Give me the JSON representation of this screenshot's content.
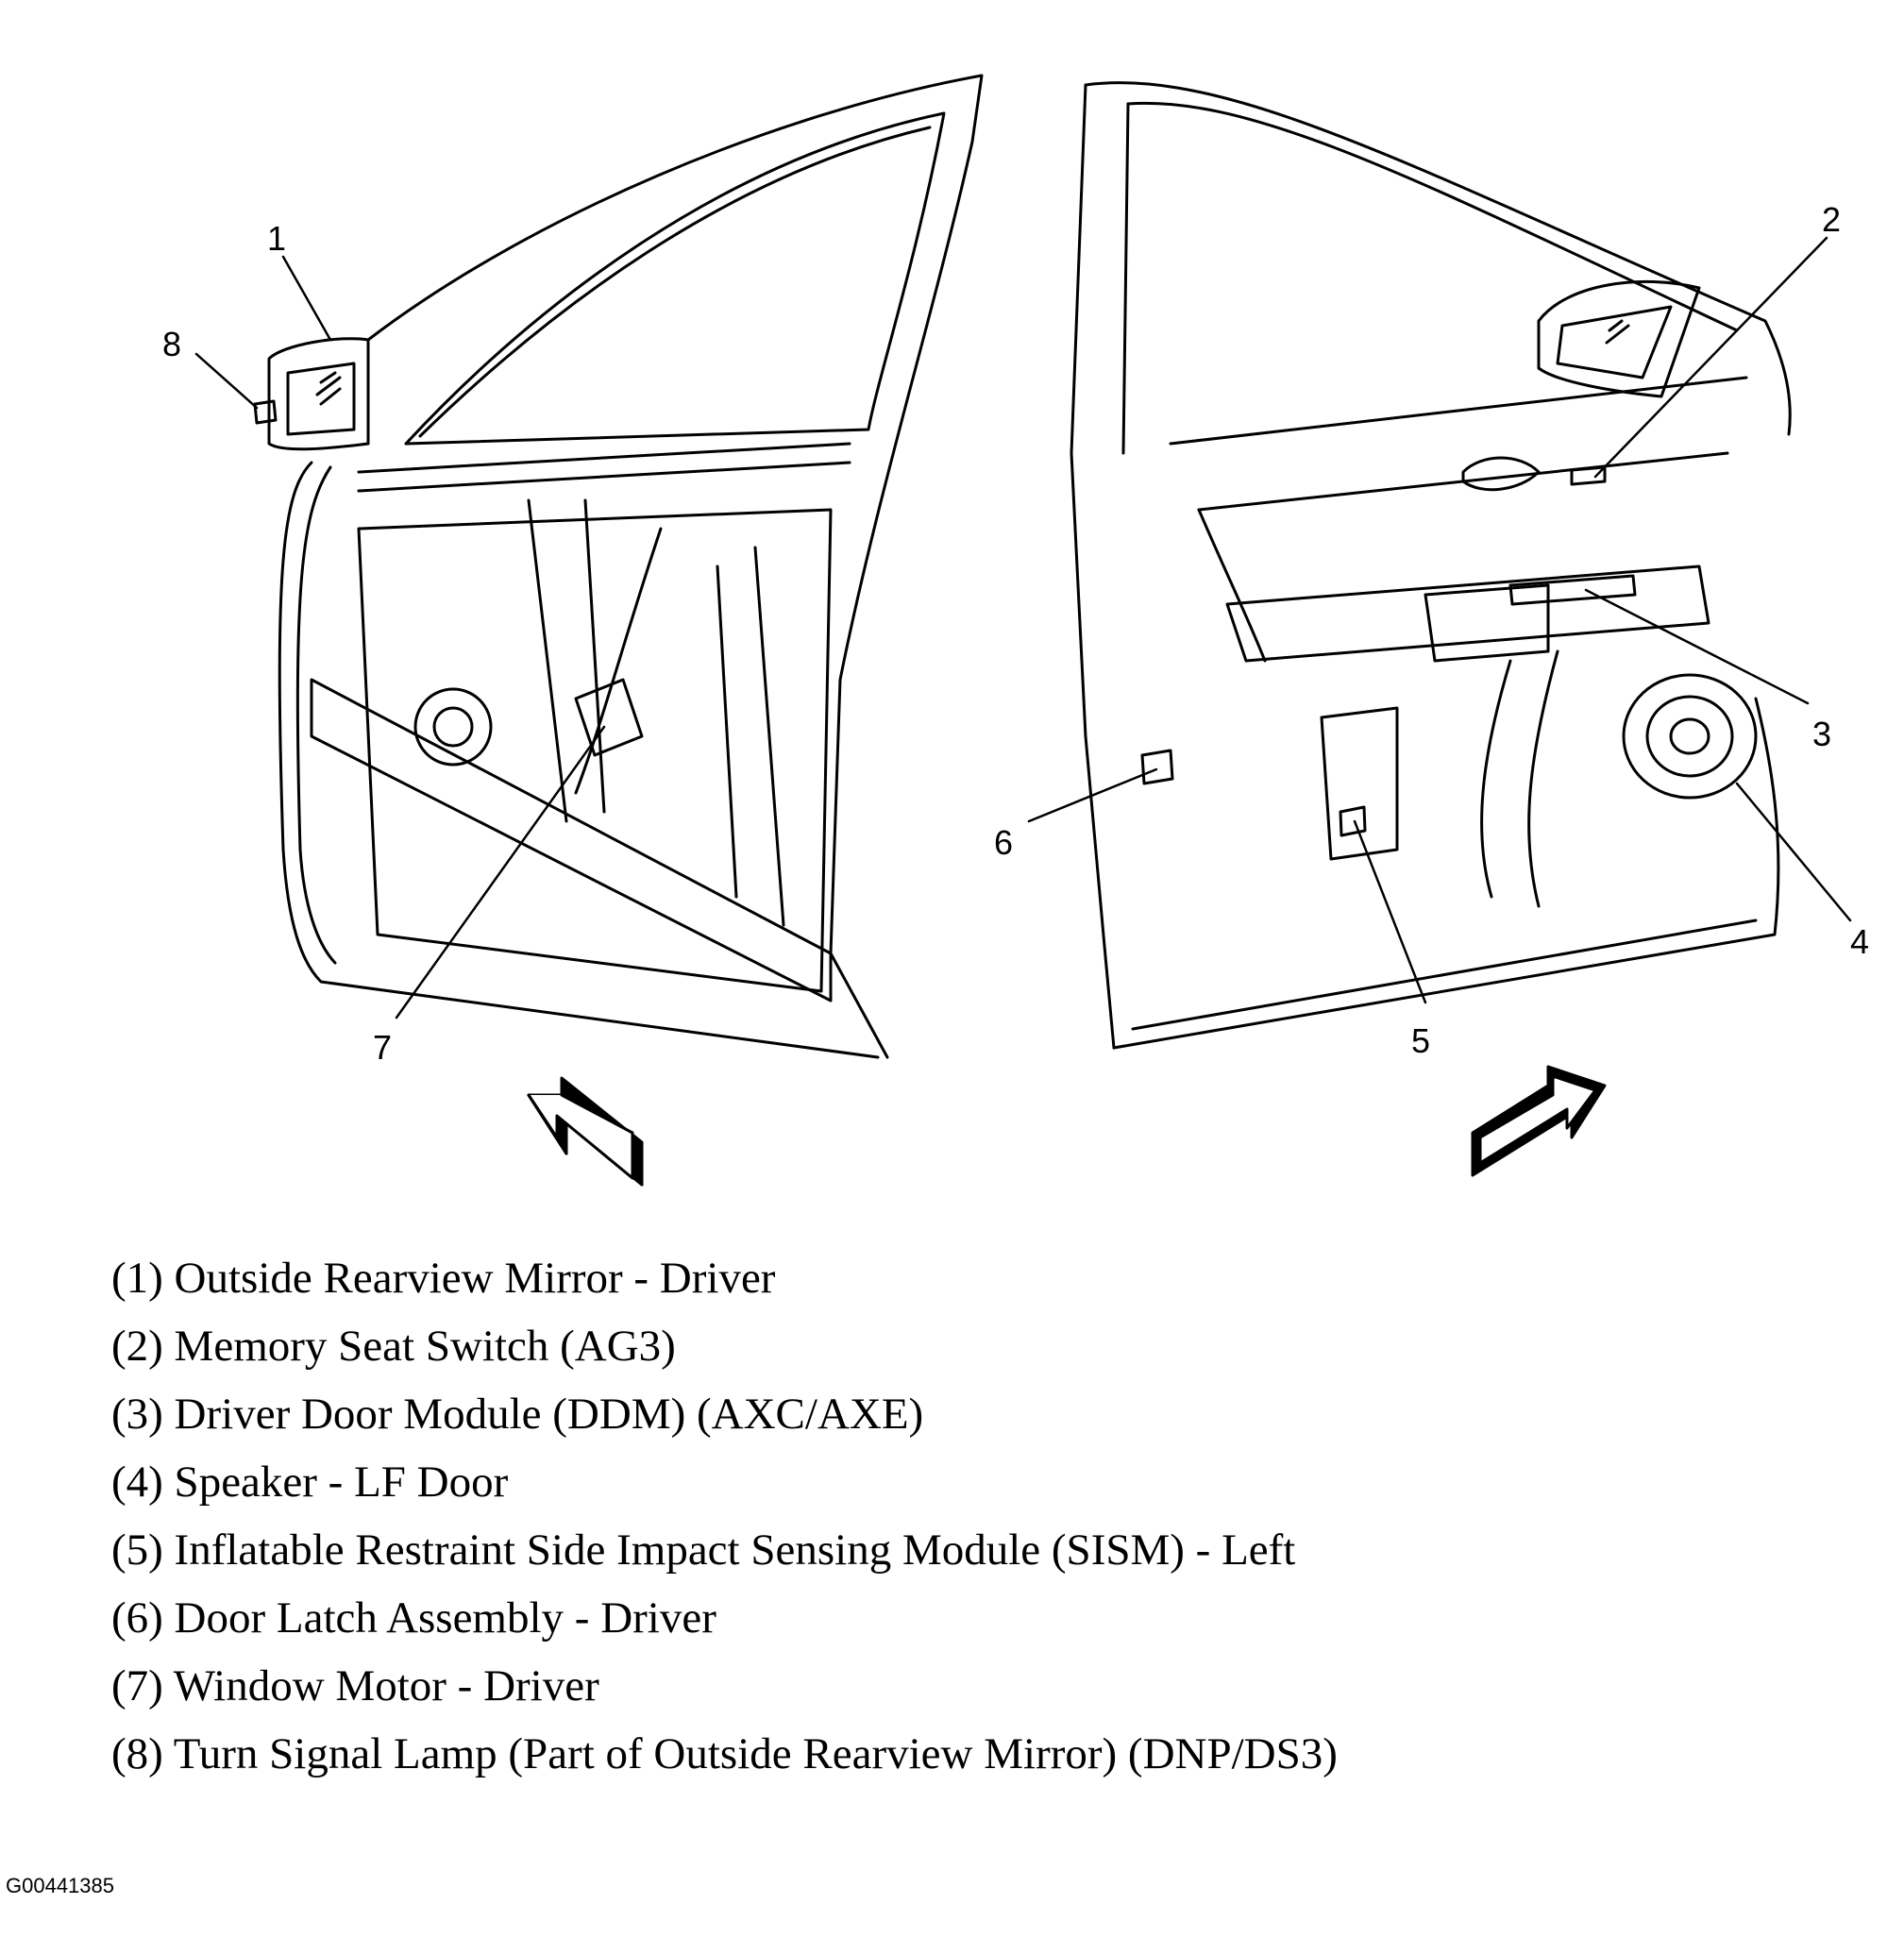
{
  "callouts": {
    "c1": "1",
    "c2": "2",
    "c3": "3",
    "c4": "4",
    "c5": "5",
    "c6": "6",
    "c7": "7",
    "c8": "8"
  },
  "legend": [
    {
      "text": "(1) Outside Rearview Mirror - Driver"
    },
    {
      "text": "(2) Memory Seat Switch (AG3)"
    },
    {
      "text": "(3) Driver Door Module (DDM) (AXC/AXE)"
    },
    {
      "text": "(4) Speaker - LF Door"
    },
    {
      "text": "(5) Inflatable Restraint Side Impact Sensing Module (SISM) - Left"
    },
    {
      "text": "(6) Door Latch Assembly - Driver"
    },
    {
      "text": "(7) Window Motor - Driver"
    },
    {
      "text": "(8) Turn Signal Lamp (Part of Outside Rearview Mirror) (DNP/DS3)"
    }
  ],
  "figure_id": "G00441385",
  "icons": [
    "view-direction-arrow-left-icon",
    "view-direction-arrow-right-icon"
  ]
}
